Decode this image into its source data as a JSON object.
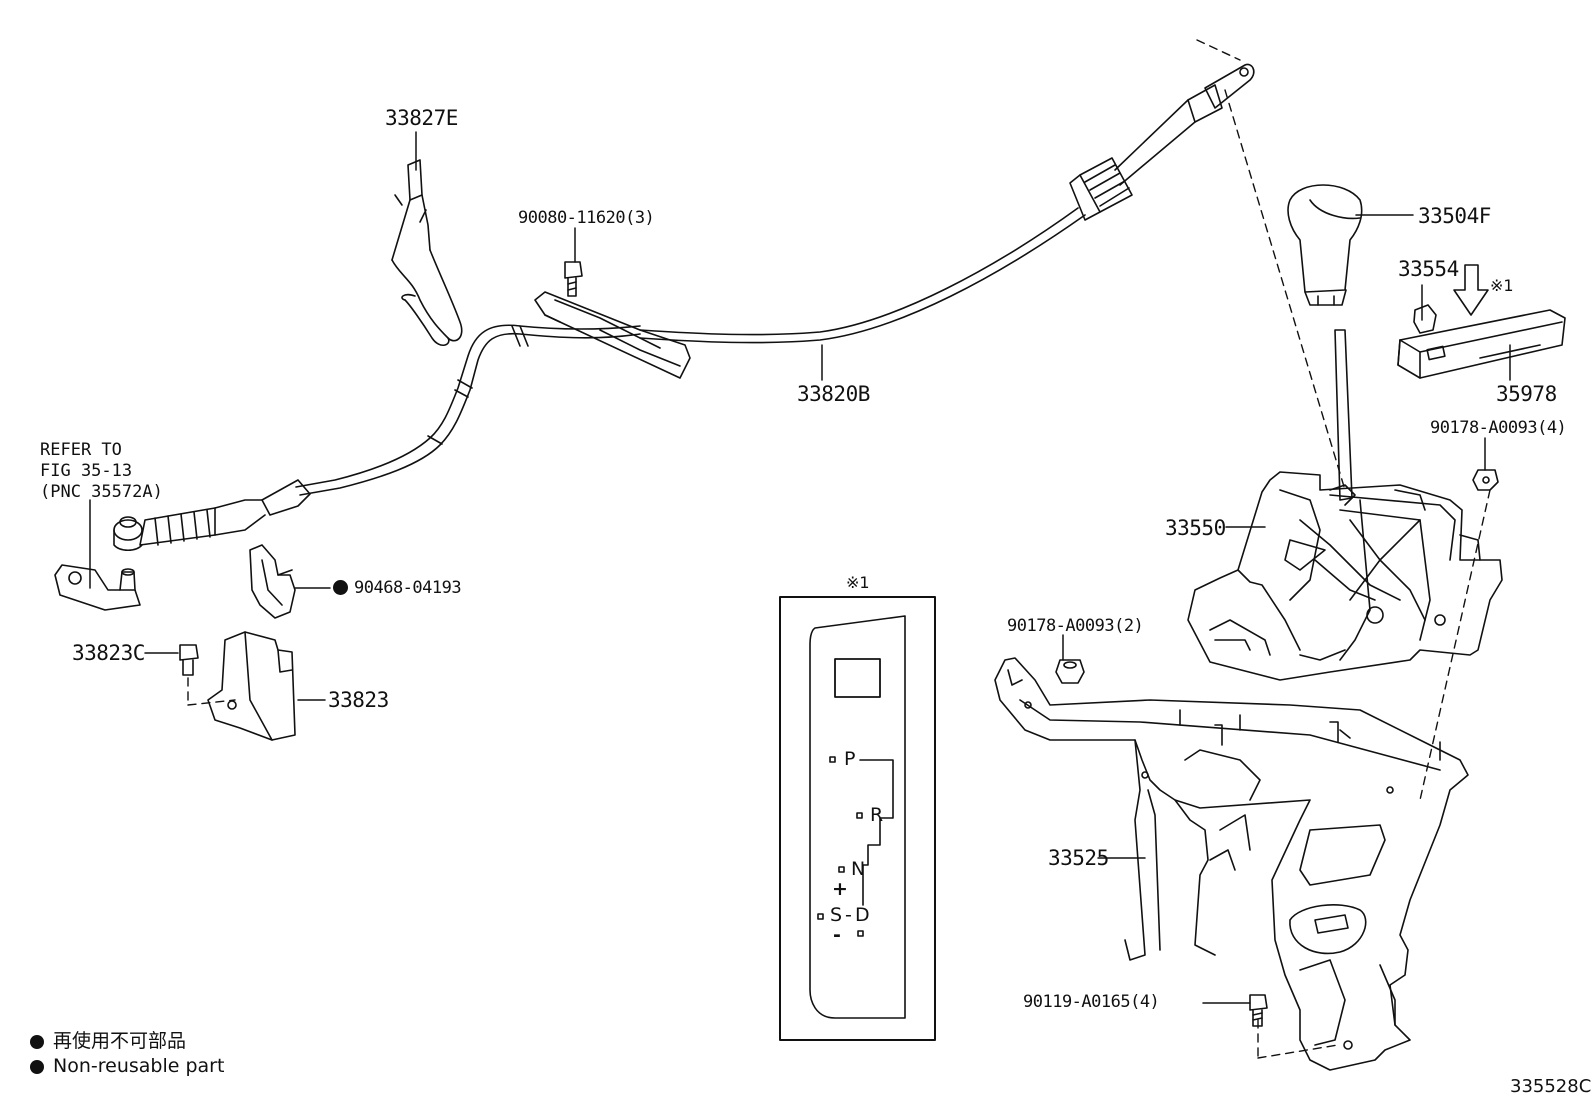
{
  "labels": {
    "p33827E": "33827E",
    "p90080": "90080-11620(3)",
    "p33820B": "33820B",
    "p33504F": "33504F",
    "p33554": "33554",
    "p35978": "35978",
    "p90178_4": "90178-A0093(4)",
    "p33550": "33550",
    "p90178_2": "90178-A0093(2)",
    "p33525": "33525",
    "p90119": "90119-A0165(4)",
    "p90468": "90468-04193",
    "p33823C": "33823C",
    "p33823": "33823"
  },
  "refer": {
    "line1": "REFER TO",
    "line2": "FIG 35-13",
    "line3": "(PNC 35572A)"
  },
  "marks": {
    "detail_ref": "※1",
    "detail_ref_small": "※1"
  },
  "gate": {
    "P": "P",
    "R": "R",
    "N": "N",
    "plus": "+",
    "S": "S",
    "dash": "-",
    "D": "D",
    "minus": "-"
  },
  "legend": {
    "ja": "再使用不可部品",
    "en": "Non-reusable part"
  },
  "figure_code": "335528C"
}
